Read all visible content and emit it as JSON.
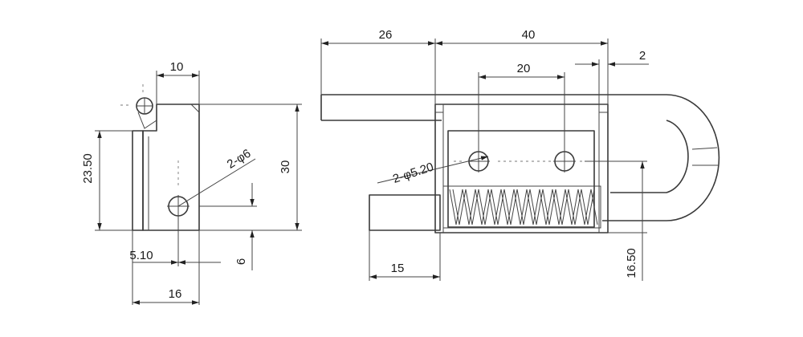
{
  "dimensions": {
    "left_width_top": "10",
    "left_height_left": "23.50",
    "hole_left": "2-φ6",
    "left_height_right": "30",
    "left_offset_bottom": "5.10",
    "left_gap_small": "6",
    "left_width_bottom": "16",
    "right_length_left": "26",
    "right_length_main": "40",
    "right_hole_spacing": "20",
    "right_gap_small": "2",
    "hole_right": "2-φ5.20",
    "right_foot_width": "15",
    "right_height_right": "16.50"
  },
  "colors": {
    "line": "#3a3a3a",
    "text": "#1a1a1a",
    "background": "#ffffff"
  }
}
